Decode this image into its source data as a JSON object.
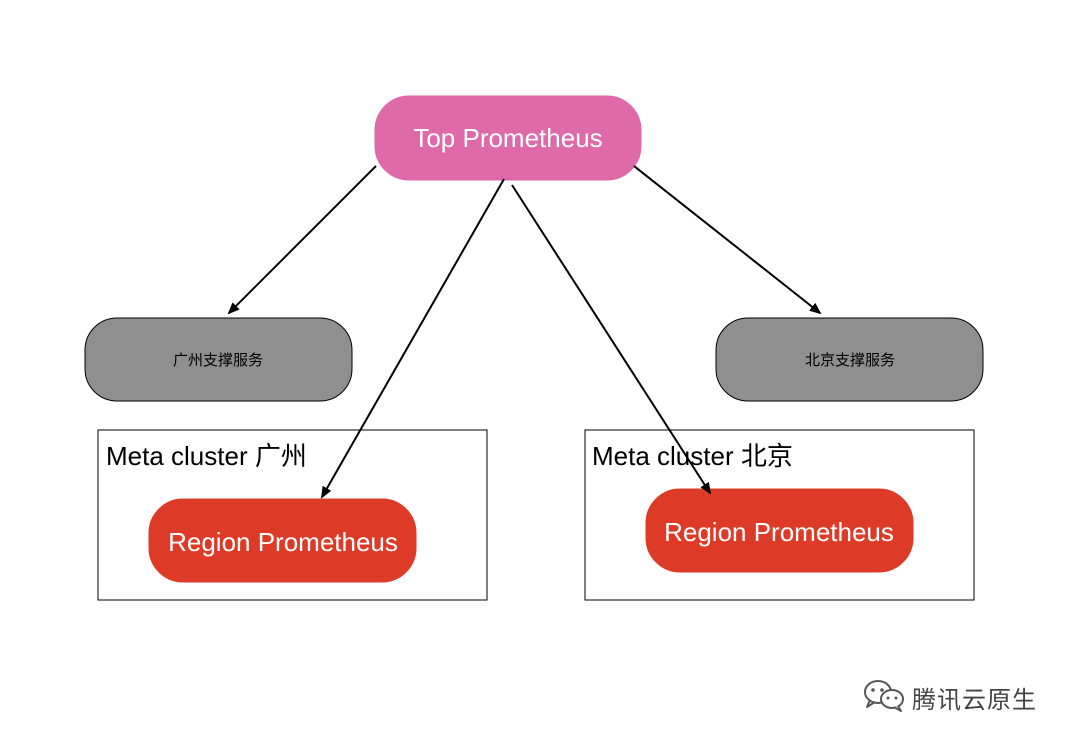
{
  "nodes": {
    "top": {
      "label": "Top Prometheus",
      "color": "#df6aa9"
    },
    "gz_support": {
      "label": "广州支撑服务",
      "color": "#8f8f8f"
    },
    "bj_support": {
      "label": "北京支撑服务",
      "color": "#8f8f8f"
    },
    "gz_region": {
      "label": "Region Prometheus",
      "color": "#dd3b27"
    },
    "bj_region": {
      "label": "Region Prometheus",
      "color": "#dd3b27"
    }
  },
  "clusters": {
    "gz": {
      "label": "Meta cluster 广州"
    },
    "bj": {
      "label": "Meta cluster 北京"
    }
  },
  "edges": [
    {
      "from": "Top Prometheus",
      "to": "广州支撑服务"
    },
    {
      "from": "Top Prometheus",
      "to": "Region Prometheus (Meta cluster 广州)"
    },
    {
      "from": "Top Prometheus",
      "to": "Region Prometheus (Meta cluster 北京)"
    },
    {
      "from": "Top Prometheus",
      "to": "北京支撑服务"
    }
  ],
  "watermark": {
    "text": "腾讯云原生",
    "icon": "wechat-icon"
  }
}
